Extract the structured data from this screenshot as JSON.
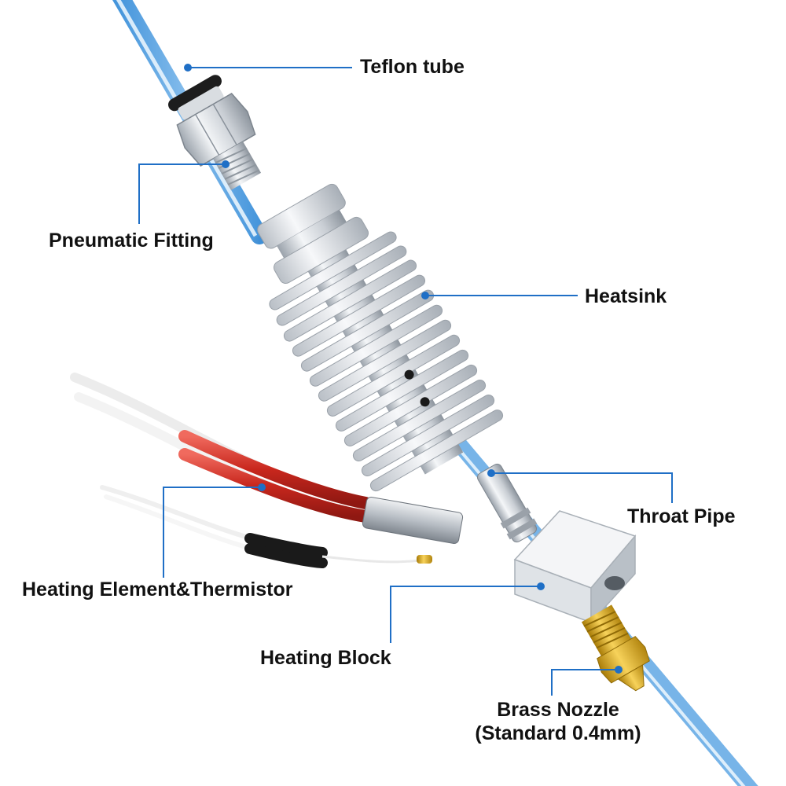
{
  "colors": {
    "leader": "#1f6fc6",
    "filament": "#6fb6ec",
    "aluminum": "#d3d8de",
    "heater_red": "#d73228",
    "brass": "#d6a81c",
    "text": "#111111"
  },
  "labels": {
    "teflon_tube": "Teflon tube",
    "pneumatic_fitting": "Pneumatic Fitting",
    "heatsink": "Heatsink",
    "throat_pipe": "Throat Pipe",
    "heating_element_thermistor": "Heating Element&Thermistor",
    "heating_block": "Heating Block",
    "brass_nozzle_line1": "Brass Nozzle",
    "brass_nozzle_line2": "(Standard 0.4mm)"
  },
  "icons": {
    "pointer_dot": "leader-dot-icon"
  }
}
